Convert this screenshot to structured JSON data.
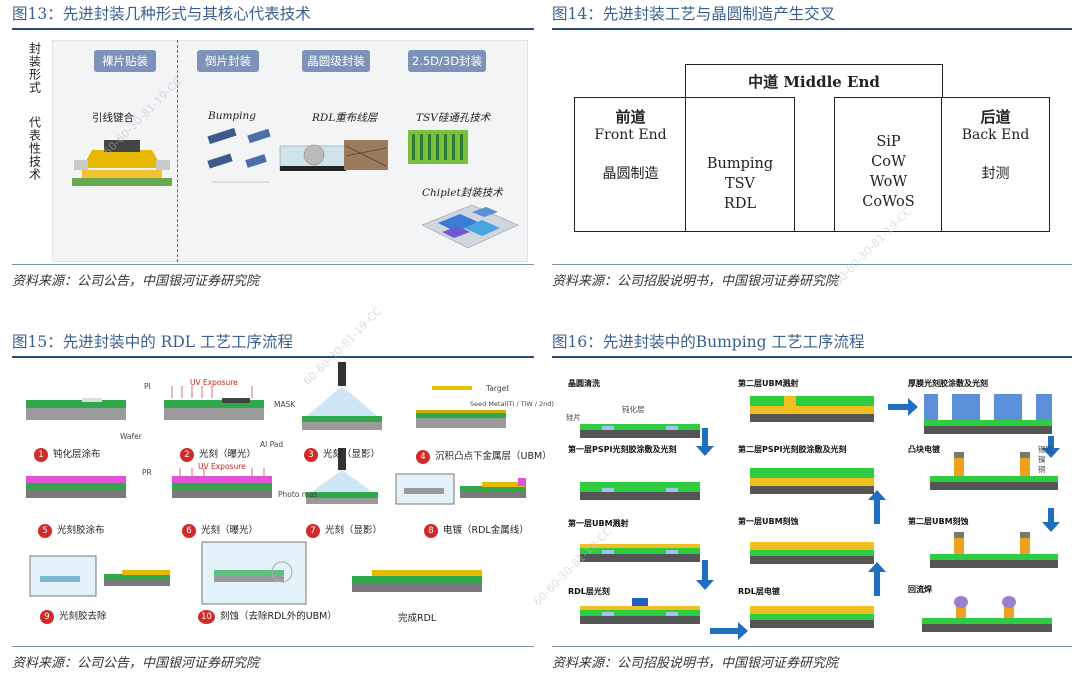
{
  "fig13": {
    "title": "图13：先进封装几种形式与其核心代表技术",
    "row_label_1": "封装形式",
    "row_label_2": "代表性技术",
    "forms": [
      "裸片贴装",
      "倒片封装",
      "晶圆级封装",
      "2.5D/3D封装"
    ],
    "techs": {
      "wire": "引线键合",
      "bumping": "Bumping",
      "rdl": "RDL重布线层",
      "tsv": "TSV硅通孔技术",
      "chiplet": "Chiplet封装技术"
    },
    "source": "资料来源：公司公告，中国银河证券研究院"
  },
  "fig14": {
    "title": "图14：先进封装工艺与晶圆制造产生交叉",
    "middle": {
      "title": "中道 Middle End"
    },
    "front": {
      "title_cn": "前道",
      "title_en": "Front End",
      "content": "晶圆制造"
    },
    "mid_left": [
      "Bumping",
      "TSV",
      "RDL"
    ],
    "mid_right": [
      "SiP",
      "CoW",
      "WoW",
      "CoWoS"
    ],
    "back": {
      "title_cn": "后道",
      "title_en": "Back End",
      "content": "封测"
    },
    "source": "资料来源：公司招股说明书，中国银河证券研究院"
  },
  "fig15": {
    "title": "图15：先进封装中的 RDL 工艺工序流程",
    "steps": [
      {
        "n": "1",
        "label": "钝化层涂布"
      },
      {
        "n": "2",
        "label": "光刻（曝光）"
      },
      {
        "n": "3",
        "label": "光刻（显影）"
      },
      {
        "n": "4",
        "label": "沉积凸点下金属层（UBM）"
      },
      {
        "n": "5",
        "label": "光刻胶涂布"
      },
      {
        "n": "6",
        "label": "光刻（曝光）"
      },
      {
        "n": "7",
        "label": "光刻（显影）"
      },
      {
        "n": "8",
        "label": "电镀（RDL金属线）"
      },
      {
        "n": "9",
        "label": "光刻胶去除"
      },
      {
        "n": "10",
        "label": "刻蚀（去除RDL外的UBM）"
      }
    ],
    "final": "完成RDL",
    "tags": {
      "pi": "PI",
      "wafer": "Wafer",
      "uv1": "UV Exposure",
      "mask": "MASK",
      "alpad": "Al Pad",
      "target": "Target",
      "seed": "Seed Metal(Ti / TiW / 2nd)",
      "pr": "PR",
      "uv2": "UV Exposure",
      "photomask": "Photo mas"
    },
    "source": "资料来源：公司公告，中国银河证券研究院"
  },
  "fig16": {
    "title": "图16：先进封装中的Bumping 工艺工序流程",
    "labels": {
      "l1": "晶圆清洗",
      "l2": "第一层PSPI光刻胶涂敷及光刻",
      "l3": "第一层UBM溅射",
      "l4": "RDL层光刻",
      "m1": "第二层UBM溅射",
      "m2": "第二层PSPI光刻胶涂敷及光刻",
      "m3": "第一层UBM刻蚀",
      "m4": "RDL层电镀",
      "r1": "厚膜光刻胶涂敷及光刻",
      "r2": "凸块电镀",
      "r3": "第二层UBM刻蚀",
      "r4": "回流焊"
    },
    "tags": {
      "wafer": "硅片",
      "pad": "钝化层",
      "solder": "锡铅",
      "ni": "镍",
      "cu": "铜"
    },
    "source": "资料来源：公司招股说明书，中国银河证券研究院"
  },
  "watermarks": [
    "60-60-30-81-19-CC",
    "60-60-30-81-19-CC",
    "60-60-30-81-19-CC",
    "60-60-30-81-19-CC"
  ],
  "colors": {
    "title_blue": "#3a5f8f",
    "rule_navy": "#2b4b78",
    "green": "#2ecc40",
    "bump_orange": "#f0a020",
    "pr_blue": "#5b8fd8",
    "arrow_blue": "#1f6fc0"
  }
}
